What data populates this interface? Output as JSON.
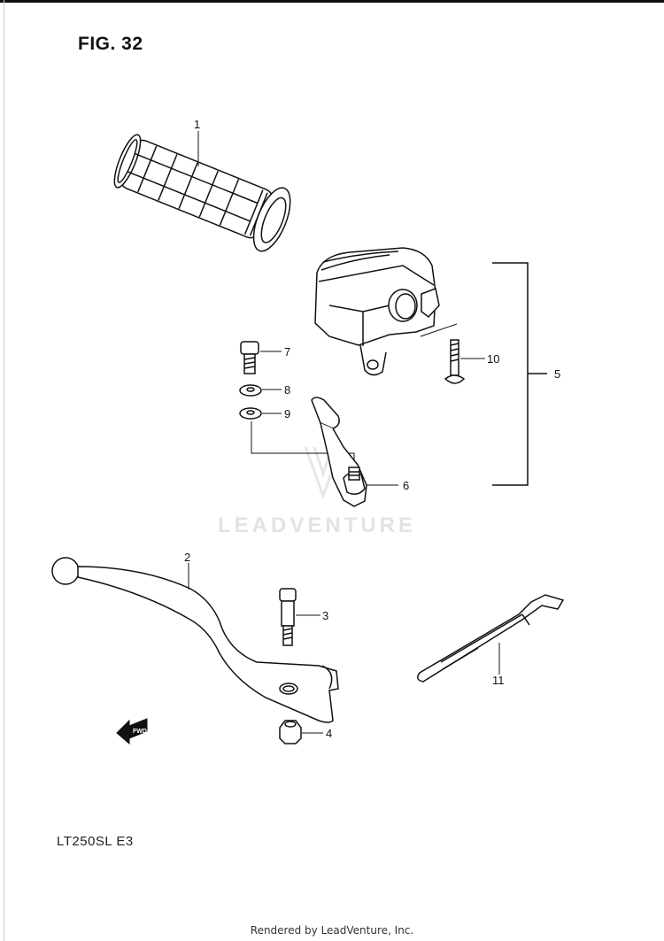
{
  "figure": {
    "title": "FIG. 32",
    "model": "LT250SL  E3",
    "watermark": "LEADVENTURE",
    "footer": "Rendered by LeadVenture, Inc.",
    "fwd_label": "FWD"
  },
  "callouts": [
    "1",
    "2",
    "3",
    "4",
    "5",
    "6",
    "7",
    "8",
    "9",
    "10",
    "11"
  ],
  "parts": [
    {
      "id": "1",
      "icon": "handlebar-grip-icon"
    },
    {
      "id": "2",
      "icon": "brake-lever-icon"
    },
    {
      "id": "3",
      "icon": "bolt-icon"
    },
    {
      "id": "4",
      "icon": "nut-icon"
    },
    {
      "id": "5",
      "icon": "lever-holder-assembly-icon"
    },
    {
      "id": "6",
      "icon": "choke-lever-icon"
    },
    {
      "id": "7",
      "icon": "bolt-icon"
    },
    {
      "id": "8",
      "icon": "washer-icon"
    },
    {
      "id": "9",
      "icon": "washer-icon"
    },
    {
      "id": "10",
      "icon": "screw-icon"
    },
    {
      "id": "11",
      "icon": "cable-tie-icon"
    }
  ]
}
